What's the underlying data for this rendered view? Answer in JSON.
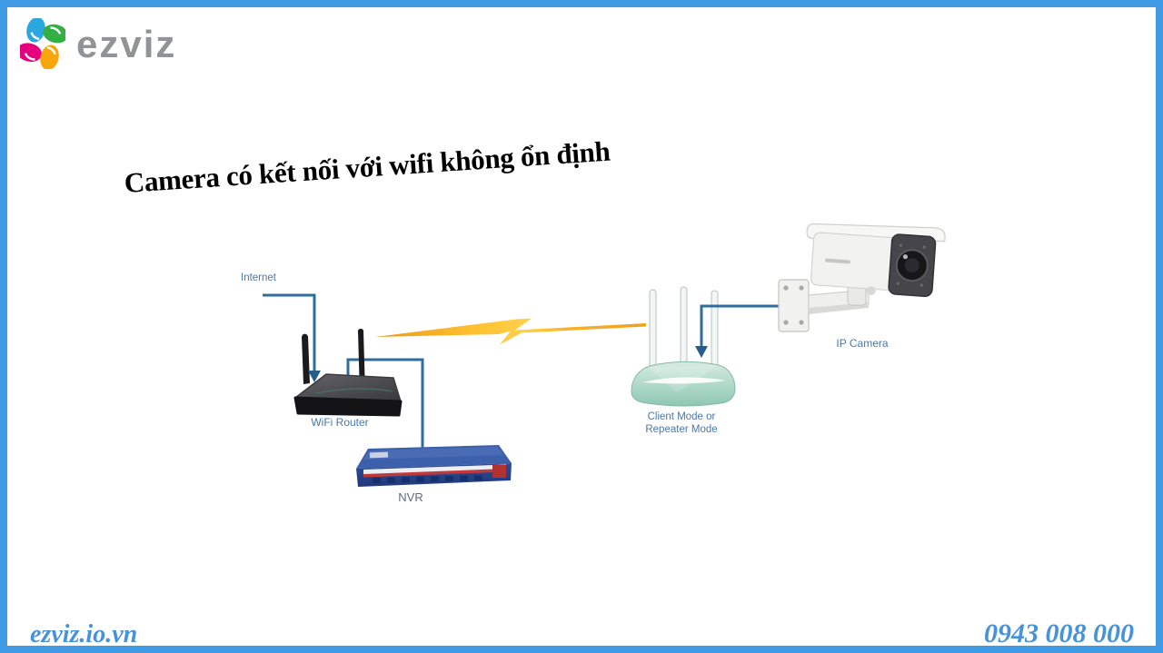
{
  "brand": {
    "wordmark": "ezviz",
    "wordmark_color": "#919396",
    "petal_colors": {
      "blue": "#2ba7e0",
      "green": "#33b044",
      "magenta": "#e5007d",
      "orange": "#f7a70d"
    }
  },
  "title": {
    "text": "Camera có kết nối với wifi không ổn định"
  },
  "diagram": {
    "labels": {
      "internet": "Internet",
      "wifi_router": "WiFi Router",
      "client_mode_line1": "Client Mode or",
      "client_mode_line2": "Repeater Mode",
      "ip_camera": "IP Camera",
      "nvr": "NVR"
    },
    "connections": [
      {
        "from": "Internet",
        "to": "WiFi Router",
        "style": "arrow-down"
      },
      {
        "from": "WiFi Router",
        "to": "NVR",
        "style": "elbow-line"
      },
      {
        "from": "WiFi Router",
        "to": "Client/Repeater AP",
        "style": "lightning-wireless-link"
      },
      {
        "from": "IP Camera",
        "to": "Client/Repeater AP",
        "style": "arrow-down"
      }
    ]
  },
  "footer": {
    "website": "ezviz.io.vn",
    "phone": "0943 008 000"
  },
  "colors": {
    "frame": "#3d9ae3",
    "diagram_label": "#4a78a8",
    "nvr_label": "#5e6b80",
    "line": "#2e6d9e",
    "arrow": "#255d8c",
    "lightning_edge": "#ef9d1f",
    "lightning_core": "#ffd04a",
    "footer_text": "#4793da",
    "title_text": "#000000"
  }
}
